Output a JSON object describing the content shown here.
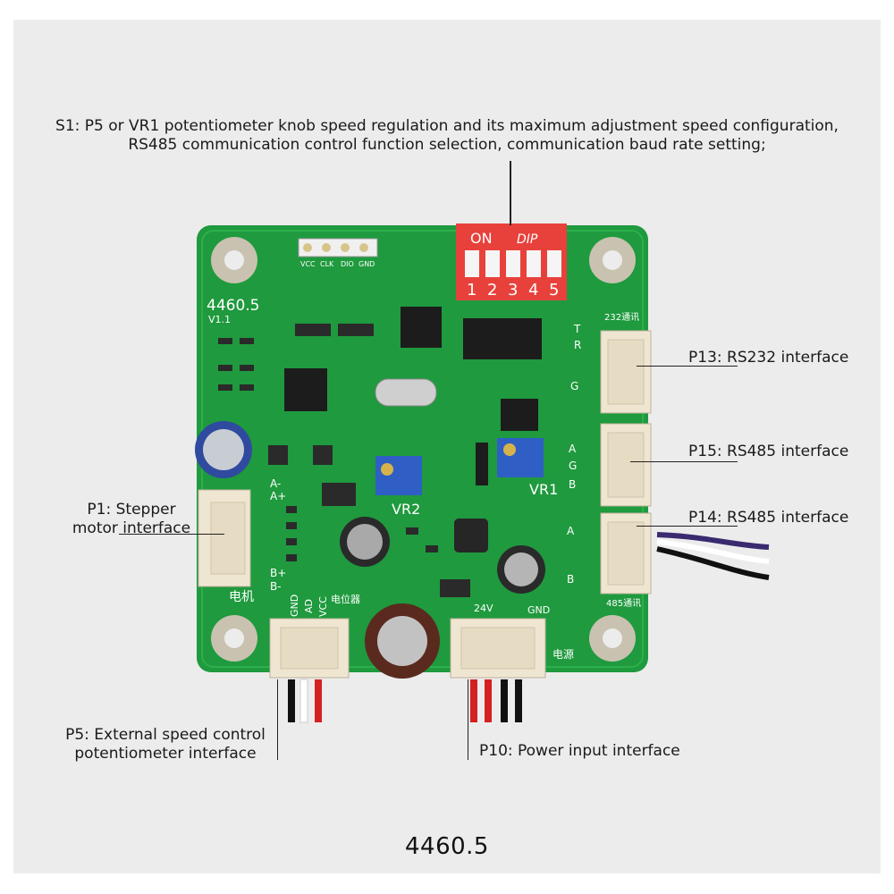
{
  "board": {
    "model": "4460.5",
    "version": "V1.1",
    "dip_switch": {
      "on_label": "ON",
      "brand": "DIP",
      "positions": [
        "1",
        "2",
        "3",
        "4",
        "5"
      ]
    },
    "silkscreen": {
      "prog_pins": [
        "VCC",
        "CLK",
        "DIO",
        "GND"
      ],
      "motor_pins": [
        "A-",
        "A+",
        "B+",
        "B-"
      ],
      "pot_pins": [
        "GND",
        "AD",
        "VCC"
      ],
      "power_pins": [
        "24V",
        "GND"
      ],
      "p13_label": "232通讯",
      "p14_label": "485通讯",
      "motor_cn": "电机",
      "pot_cn": "电位器",
      "power_cn": "电源",
      "vr1": "VR1",
      "vr2": "VR2",
      "pins_trg": [
        "T",
        "R",
        "G"
      ],
      "pins_bga": [
        "B",
        "G",
        "A"
      ],
      "pins_ab": [
        "A",
        "B"
      ]
    }
  },
  "callouts": {
    "s1_line1": "S1: P5 or VR1 potentiometer knob speed regulation and its maximum adjustment speed configuration,",
    "s1_line2": "RS485 communication control function selection, communication baud rate setting;",
    "p13": "P13: RS232 interface",
    "p15": "P15: RS485 interface",
    "p14": "P14: RS485 interface",
    "p1_line1": "P1: Stepper",
    "p1_line2": "motor interface",
    "p5_line1": "P5: External speed control",
    "p5_line2": "potentiometer interface",
    "p10": "P10: Power input interface"
  },
  "caption": "4460.5",
  "colors": {
    "pcb": "#1f9a3e",
    "dip": "#e8413c",
    "connector": "#efe6d2"
  }
}
